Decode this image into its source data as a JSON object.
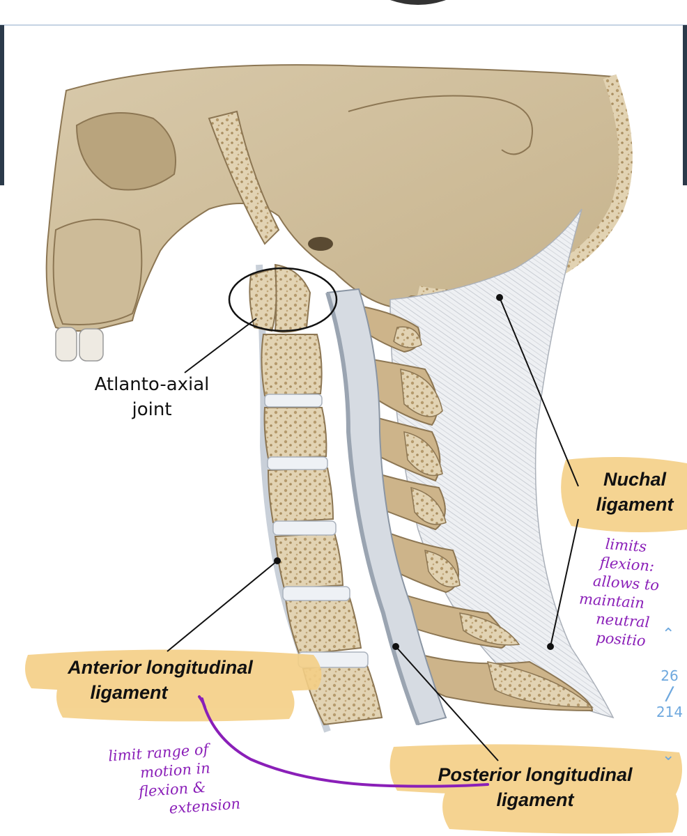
{
  "labels": {
    "atlanto_axial": [
      "Atlanto-axial",
      "joint"
    ],
    "nuchal": [
      "Nuchal",
      "ligament"
    ],
    "anterior": [
      "Anterior longitudinal",
      "ligament"
    ],
    "posterior": [
      "Posterior longitudinal",
      "ligament"
    ]
  },
  "handwritten": {
    "nuchal_note": [
      "limits",
      "flexion:",
      "allows to",
      "maintain",
      "neutral",
      "positio"
    ],
    "anterior_note": [
      "limit range of",
      "motion in",
      "flexion &",
      "extension"
    ]
  },
  "pager": {
    "current": "26",
    "total": "214",
    "separator": "/"
  },
  "colors": {
    "highlight": "#f4cf86",
    "pen": "#8a1fb8",
    "bone": "#dccdb0",
    "pager": "#6ea8de"
  }
}
